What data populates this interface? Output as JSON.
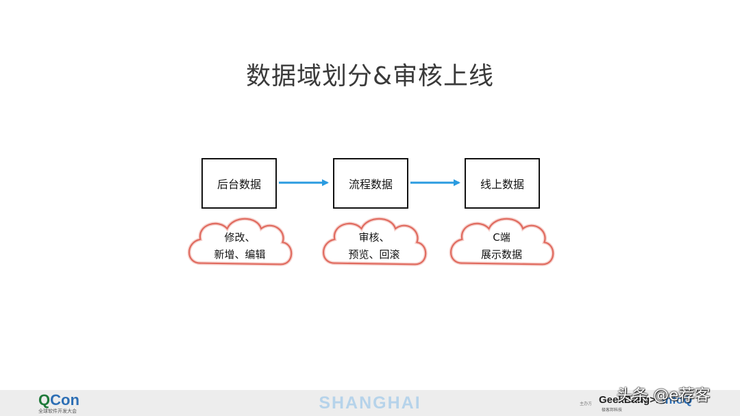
{
  "title": "数据域划分&审核上线",
  "stages": [
    {
      "label": "后台数据",
      "cloud_lines": [
        "修改、",
        "新增、编辑"
      ]
    },
    {
      "label": "流程数据",
      "cloud_lines": [
        "审核、",
        "预览、回滚"
      ]
    },
    {
      "label": "线上数据",
      "cloud_lines": [
        "C端",
        "展示数据"
      ]
    }
  ],
  "colors": {
    "arrow": "#2a9be0",
    "cloud": "#e06a5e",
    "box_border": "#111111"
  },
  "footer": {
    "qcon_q": "Q",
    "qcon_con": "Con",
    "qcon_sub": "全球软件开发大会",
    "city": "SHANGHAI",
    "host_label": "主办方",
    "geek_logo": "GeekBang>.",
    "geek_sub": "极客邦科技",
    "infoq_logo": "InfoQ"
  },
  "watermark": "头条 @e荐客"
}
